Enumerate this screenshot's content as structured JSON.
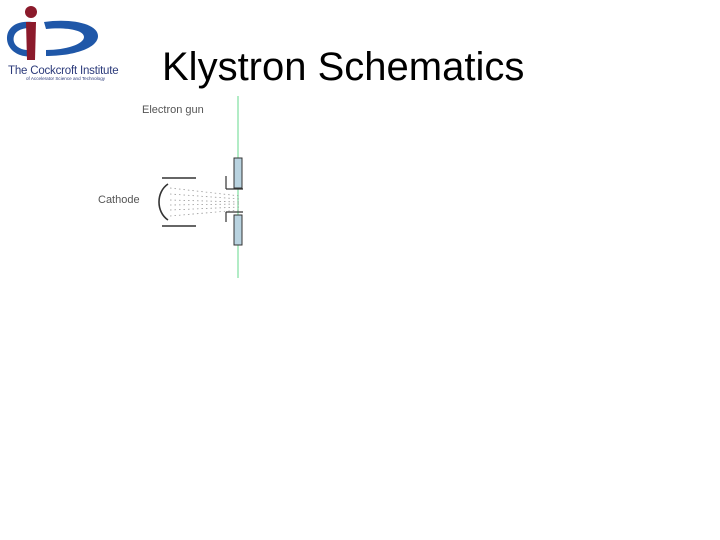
{
  "slide": {
    "title": "Klystron Schematics"
  },
  "logo": {
    "name": "The Cockcroft Institute",
    "tagline": "of Accelerator Science and Technology",
    "icon": "cockcroft-institute-logo",
    "colors": {
      "figure": "#8b1a2b",
      "swoosh": "#1f57a8",
      "text": "#2b3a7a"
    }
  },
  "diagram": {
    "labels": {
      "electron_gun": "Electron gun",
      "cathode": "Cathode"
    },
    "colors": {
      "axis": "#7ee0a0",
      "anode_fill": "#b9d3e0",
      "lines": "#333333",
      "beam": "#9a9a9a"
    }
  }
}
